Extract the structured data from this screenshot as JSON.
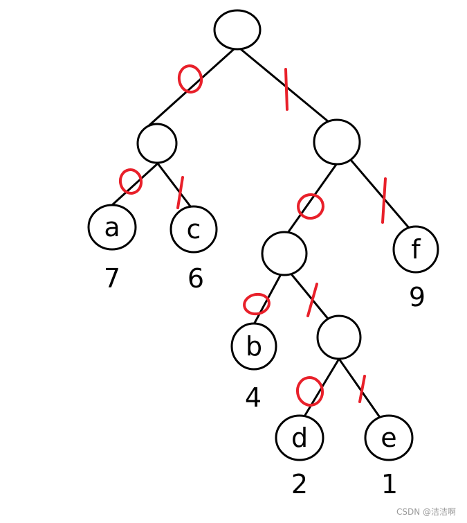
{
  "colors": {
    "line": "#000000",
    "code_mark": "#e8202a",
    "node_fill": "#ffffff"
  },
  "nodes": [
    {
      "id": "root",
      "label": ""
    },
    {
      "id": "L",
      "label": ""
    },
    {
      "id": "R",
      "label": ""
    },
    {
      "id": "a",
      "label": "a",
      "weight": "7"
    },
    {
      "id": "c",
      "label": "c",
      "weight": "6"
    },
    {
      "id": "RL",
      "label": ""
    },
    {
      "id": "f",
      "label": "f",
      "weight": "9"
    },
    {
      "id": "b",
      "label": "b",
      "weight": "4"
    },
    {
      "id": "RLR",
      "label": ""
    },
    {
      "id": "d",
      "label": "d",
      "weight": "2"
    },
    {
      "id": "e",
      "label": "e",
      "weight": "1"
    }
  ],
  "edges": [
    {
      "from": "root",
      "to": "L",
      "code": "0"
    },
    {
      "from": "root",
      "to": "R",
      "code": "1"
    },
    {
      "from": "L",
      "to": "a",
      "code": "0"
    },
    {
      "from": "L",
      "to": "c",
      "code": "1"
    },
    {
      "from": "R",
      "to": "RL",
      "code": "0"
    },
    {
      "from": "R",
      "to": "f",
      "code": "1"
    },
    {
      "from": "RL",
      "to": "b",
      "code": "0"
    },
    {
      "from": "RL",
      "to": "RLR",
      "code": "1"
    },
    {
      "from": "RLR",
      "to": "d",
      "code": "0"
    },
    {
      "from": "RLR",
      "to": "e",
      "code": "1"
    }
  ],
  "watermark": "CSDN @洁洁啊"
}
